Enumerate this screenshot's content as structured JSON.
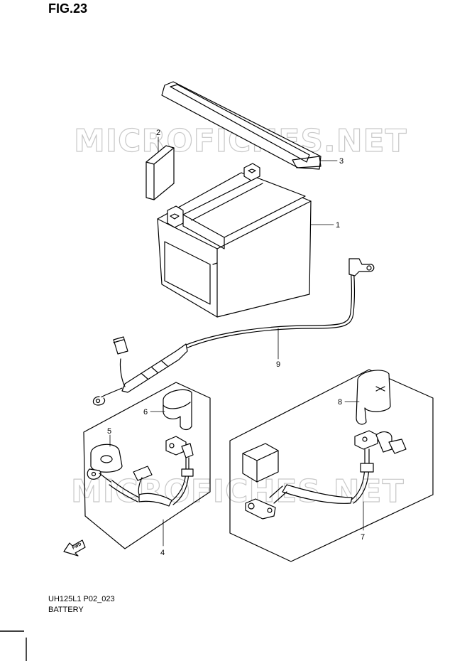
{
  "figure": {
    "title": "FIG.23"
  },
  "watermark": "MICROFICHES.NET",
  "callouts": [
    "1",
    "2",
    "3",
    "4",
    "5",
    "6",
    "7",
    "8",
    "9"
  ],
  "fwd_label": "FWD",
  "footer": {
    "code": "UH125L1 P02_023",
    "caption": "BATTERY"
  }
}
